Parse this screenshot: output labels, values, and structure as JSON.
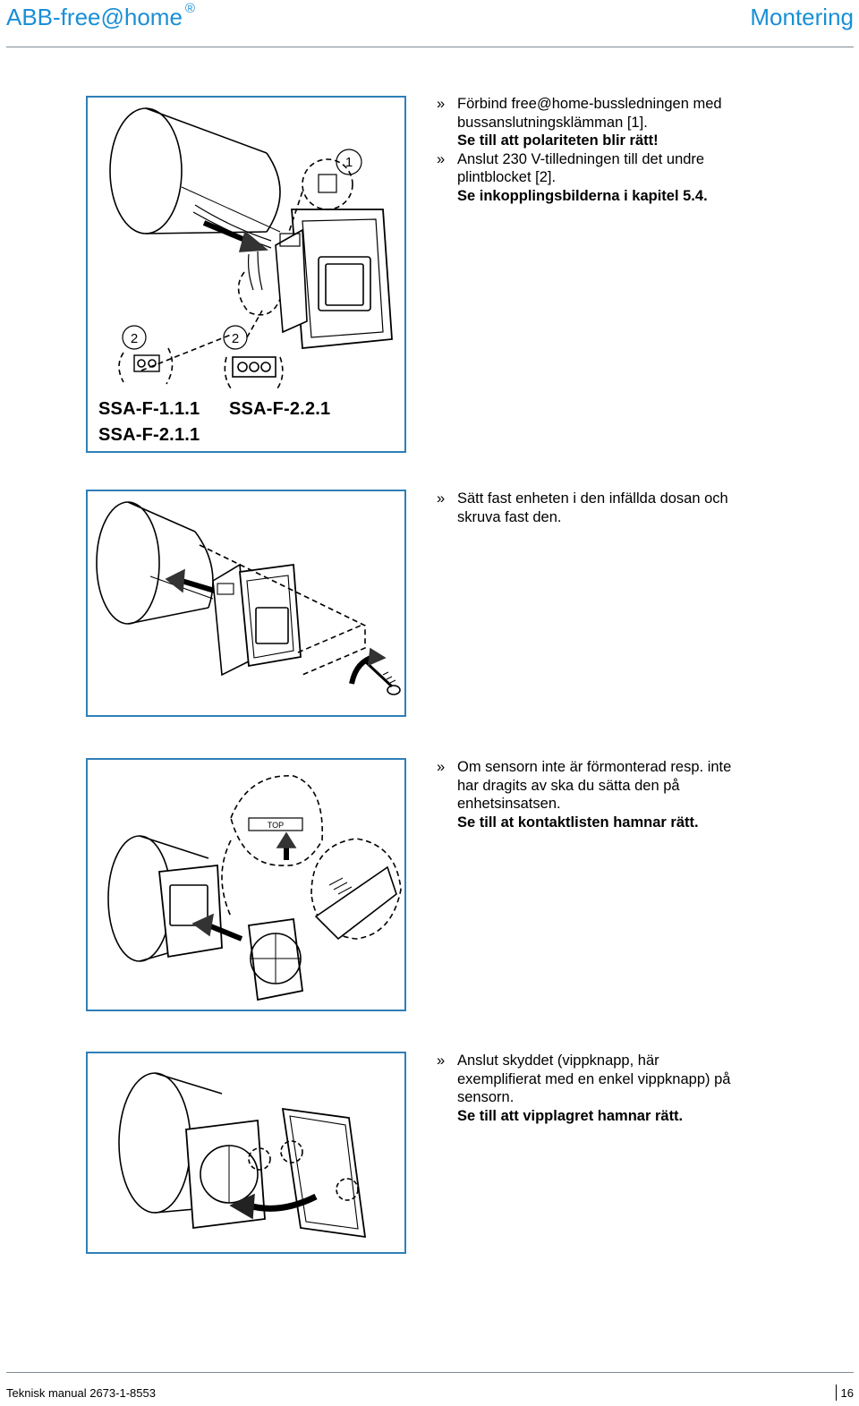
{
  "header": {
    "brand": "ABB-free@home",
    "registered": "®",
    "section": "Montering"
  },
  "steps": [
    {
      "lines": [
        {
          "marker": "»",
          "text": "Förbind free@home-bussledningen med"
        },
        {
          "text": "bussanslutningsklämman [1]."
        },
        {
          "text": "Se till att polariteten blir rätt!",
          "bold": true
        },
        {
          "marker": "»",
          "text": "Anslut 230 V-tilledningen till det undre"
        },
        {
          "text": "plintblocket [2]."
        },
        {
          "text": "Se inkopplingsbilderna i kapitel 5.4.",
          "bold": true
        }
      ]
    },
    {
      "lines": [
        {
          "marker": "»",
          "text": "Sätt fast enheten i den infällda dosan och"
        },
        {
          "text": "skruva fast den."
        }
      ]
    },
    {
      "lines": [
        {
          "marker": "»",
          "text": "Om sensorn inte är förmonterad resp. inte"
        },
        {
          "text": "har dragits av ska du sätta den på"
        },
        {
          "text": "enhetsinsatsen."
        },
        {
          "text": "Se till at kontaktlisten hamnar rätt.",
          "bold": true
        }
      ]
    },
    {
      "lines": [
        {
          "marker": "»",
          "text": "Anslut skyddet (vippknapp, här"
        },
        {
          "text": "exemplifierat med en enkel vippknapp) på"
        },
        {
          "text": "sensorn."
        },
        {
          "text": "Se till att vipplagret hamnar rätt.",
          "bold": true
        }
      ]
    }
  ],
  "figure1": {
    "callout_1": "1",
    "callout_2a": "2",
    "callout_2b": "2",
    "model_left_1": "SSA-F-1.1.1",
    "model_left_2": "SSA-F-2.1.1",
    "model_right": "SSA-F-2.2.1"
  },
  "figure3": {
    "top_label": "TOP"
  },
  "footer": {
    "manual": "Teknisk manual 2673-1-8553",
    "page": "16"
  },
  "colors": {
    "accent": "#1a8fd6",
    "figure_border": "#2f7fb8"
  }
}
